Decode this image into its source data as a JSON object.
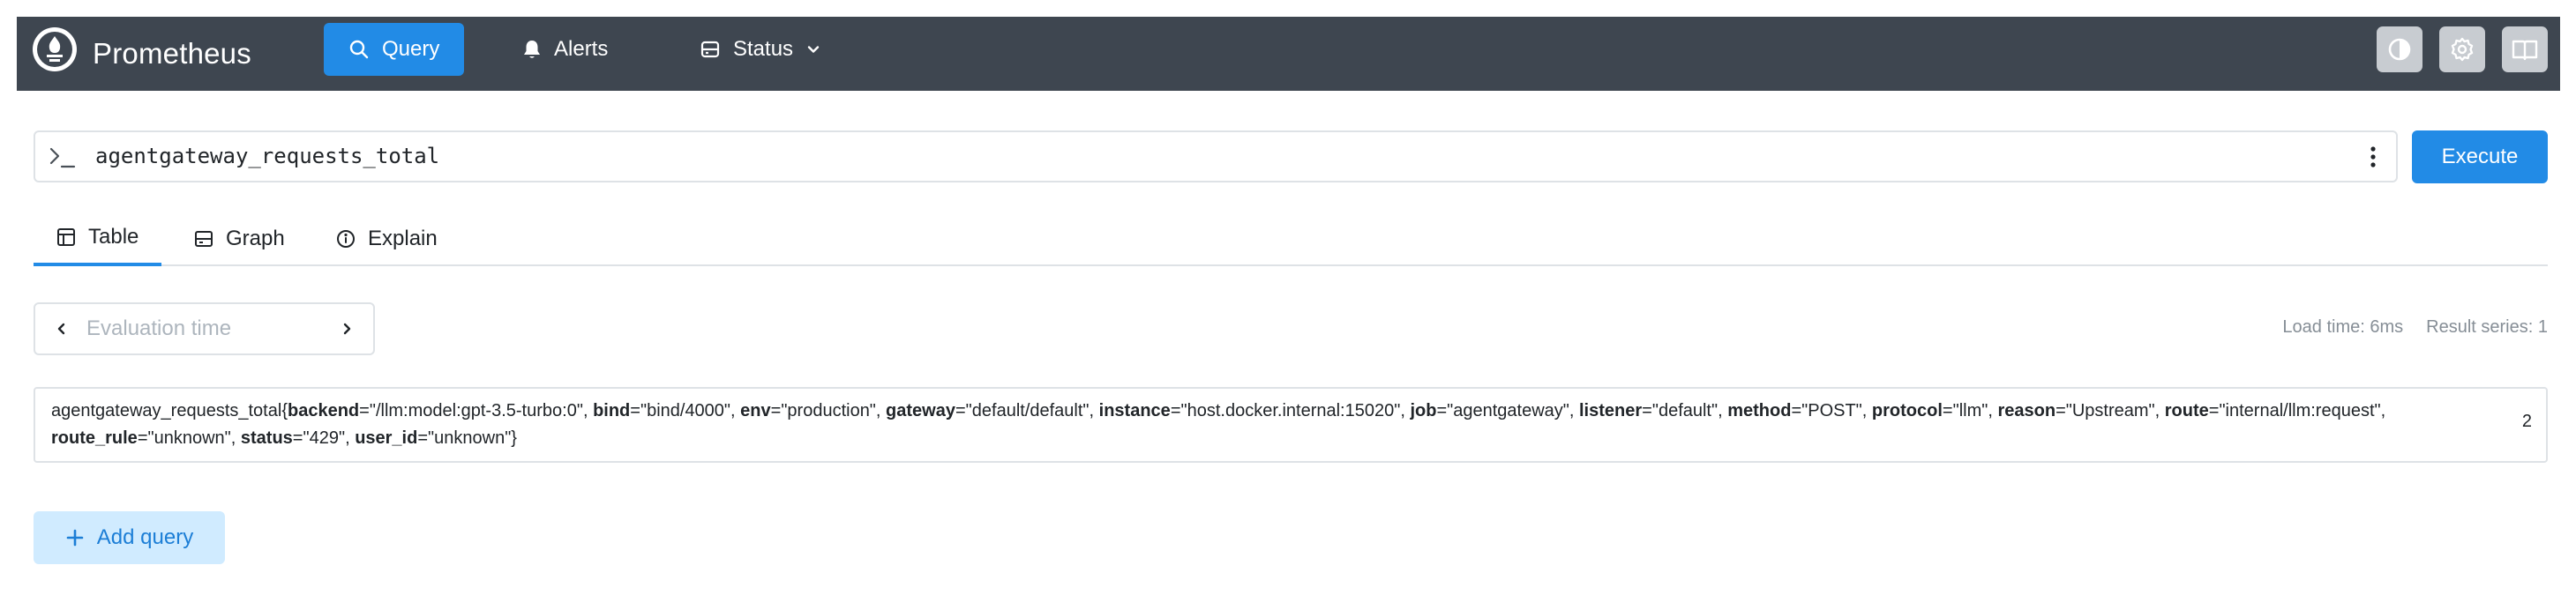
{
  "header": {
    "app_name": "Prometheus",
    "nav": [
      {
        "label": "Query",
        "icon": "search-icon",
        "active": true
      },
      {
        "label": "Alerts",
        "icon": "bell-icon",
        "active": false
      },
      {
        "label": "Status",
        "icon": "server-icon",
        "active": false
      }
    ],
    "actions": [
      "theme-toggle-icon",
      "settings-icon",
      "book-icon"
    ]
  },
  "query": {
    "expression": "agentgateway_requests_total",
    "execute_label": "Execute"
  },
  "tabs": [
    {
      "label": "Table",
      "icon": "table-icon",
      "active": true
    },
    {
      "label": "Graph",
      "icon": "graph-icon",
      "active": false
    },
    {
      "label": "Explain",
      "icon": "info-icon",
      "active": false
    }
  ],
  "evaluation": {
    "placeholder": "Evaluation time"
  },
  "stats": {
    "load_time": "Load time: 6ms",
    "result_series": "Result series: 1"
  },
  "result": {
    "metric": "agentgateway_requests_total",
    "labels": [
      {
        "name": "backend",
        "value": "\"/llm:model:gpt-3.5-turbo:0\""
      },
      {
        "name": "bind",
        "value": "\"bind/4000\""
      },
      {
        "name": "env",
        "value": "\"production\""
      },
      {
        "name": "gateway",
        "value": "\"default/default\""
      },
      {
        "name": "instance",
        "value": "\"host.docker.internal:15020\""
      },
      {
        "name": "job",
        "value": "\"agentgateway\""
      },
      {
        "name": "listener",
        "value": "\"default\""
      },
      {
        "name": "method",
        "value": "\"POST\""
      },
      {
        "name": "protocol",
        "value": "\"llm\""
      },
      {
        "name": "reason",
        "value": "\"Upstream\""
      },
      {
        "name": "route",
        "value": "\"internal/llm:request\""
      },
      {
        "name": "route_rule",
        "value": "\"unknown\""
      },
      {
        "name": "status",
        "value": "\"429\""
      },
      {
        "name": "user_id",
        "value": "\"unknown\""
      }
    ],
    "value": "2"
  },
  "add_query_label": "Add query",
  "colors": {
    "header_bg": "#3e4650",
    "accent": "#228be6",
    "add_query_bg": "#d0ebff",
    "add_query_text": "#1c7ed6"
  }
}
